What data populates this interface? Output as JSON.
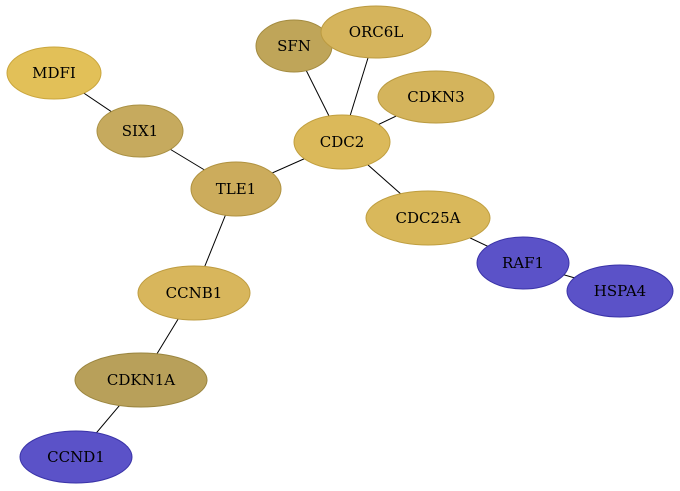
{
  "diagram": {
    "type": "network-graph",
    "colors": {
      "gold": "#e1bd55",
      "gold_border": "#c9a43a",
      "tan": "#c4aa5c",
      "tan_border": "#a89043",
      "dark_tan": "#b8a25b",
      "dark_tan_border": "#9a8542",
      "blue": "#5b54c8",
      "blue_border": "#3a33a8",
      "edge": "#000000",
      "background": "#ffffff"
    },
    "nodes": [
      {
        "id": "MDFI",
        "label": "MDFI",
        "color": "#e2c058",
        "border": "#caa63d"
      },
      {
        "id": "SIX1",
        "label": "SIX1",
        "color": "#c6aa5e",
        "border": "#a99043"
      },
      {
        "id": "SFN",
        "label": "SFN",
        "color": "#bfa559",
        "border": "#a38b40"
      },
      {
        "id": "ORC6L",
        "label": "ORC6L",
        "color": "#d5b45c",
        "border": "#bb9a40"
      },
      {
        "id": "CDKN3",
        "label": "CDKN3",
        "color": "#d4b45c",
        "border": "#ba9a40"
      },
      {
        "id": "CDC2",
        "label": "CDC2",
        "color": "#dbb95a",
        "border": "#c19f3e"
      },
      {
        "id": "TLE1",
        "label": "TLE1",
        "color": "#ccac5c",
        "border": "#b09240"
      },
      {
        "id": "CDC25A",
        "label": "CDC25A",
        "color": "#d9b85b",
        "border": "#bf9e3f"
      },
      {
        "id": "RAF1",
        "label": "RAF1",
        "color": "#5b52c8",
        "border": "#3a33a8"
      },
      {
        "id": "HSPA4",
        "label": "HSPA4",
        "color": "#5b52c8",
        "border": "#3a33a8"
      },
      {
        "id": "CCNB1",
        "label": "CCNB1",
        "color": "#d8b65c",
        "border": "#be9c40"
      },
      {
        "id": "CDKN1A",
        "label": "CDKN1A",
        "color": "#b8a05a",
        "border": "#9a853f"
      },
      {
        "id": "CCND1",
        "label": "CCND1",
        "color": "#5b52c8",
        "border": "#3a33a8"
      }
    ],
    "edges": [
      {
        "source": "MDFI",
        "target": "SIX1"
      },
      {
        "source": "SIX1",
        "target": "TLE1"
      },
      {
        "source": "TLE1",
        "target": "CDC2"
      },
      {
        "source": "TLE1",
        "target": "CCNB1"
      },
      {
        "source": "SFN",
        "target": "CDC2"
      },
      {
        "source": "ORC6L",
        "target": "CDC2"
      },
      {
        "source": "CDKN3",
        "target": "CDC2"
      },
      {
        "source": "CDC2",
        "target": "CDC25A"
      },
      {
        "source": "CDC25A",
        "target": "RAF1"
      },
      {
        "source": "RAF1",
        "target": "HSPA4"
      },
      {
        "source": "CCNB1",
        "target": "CDKN1A"
      },
      {
        "source": "CDKN1A",
        "target": "CCND1"
      }
    ]
  }
}
